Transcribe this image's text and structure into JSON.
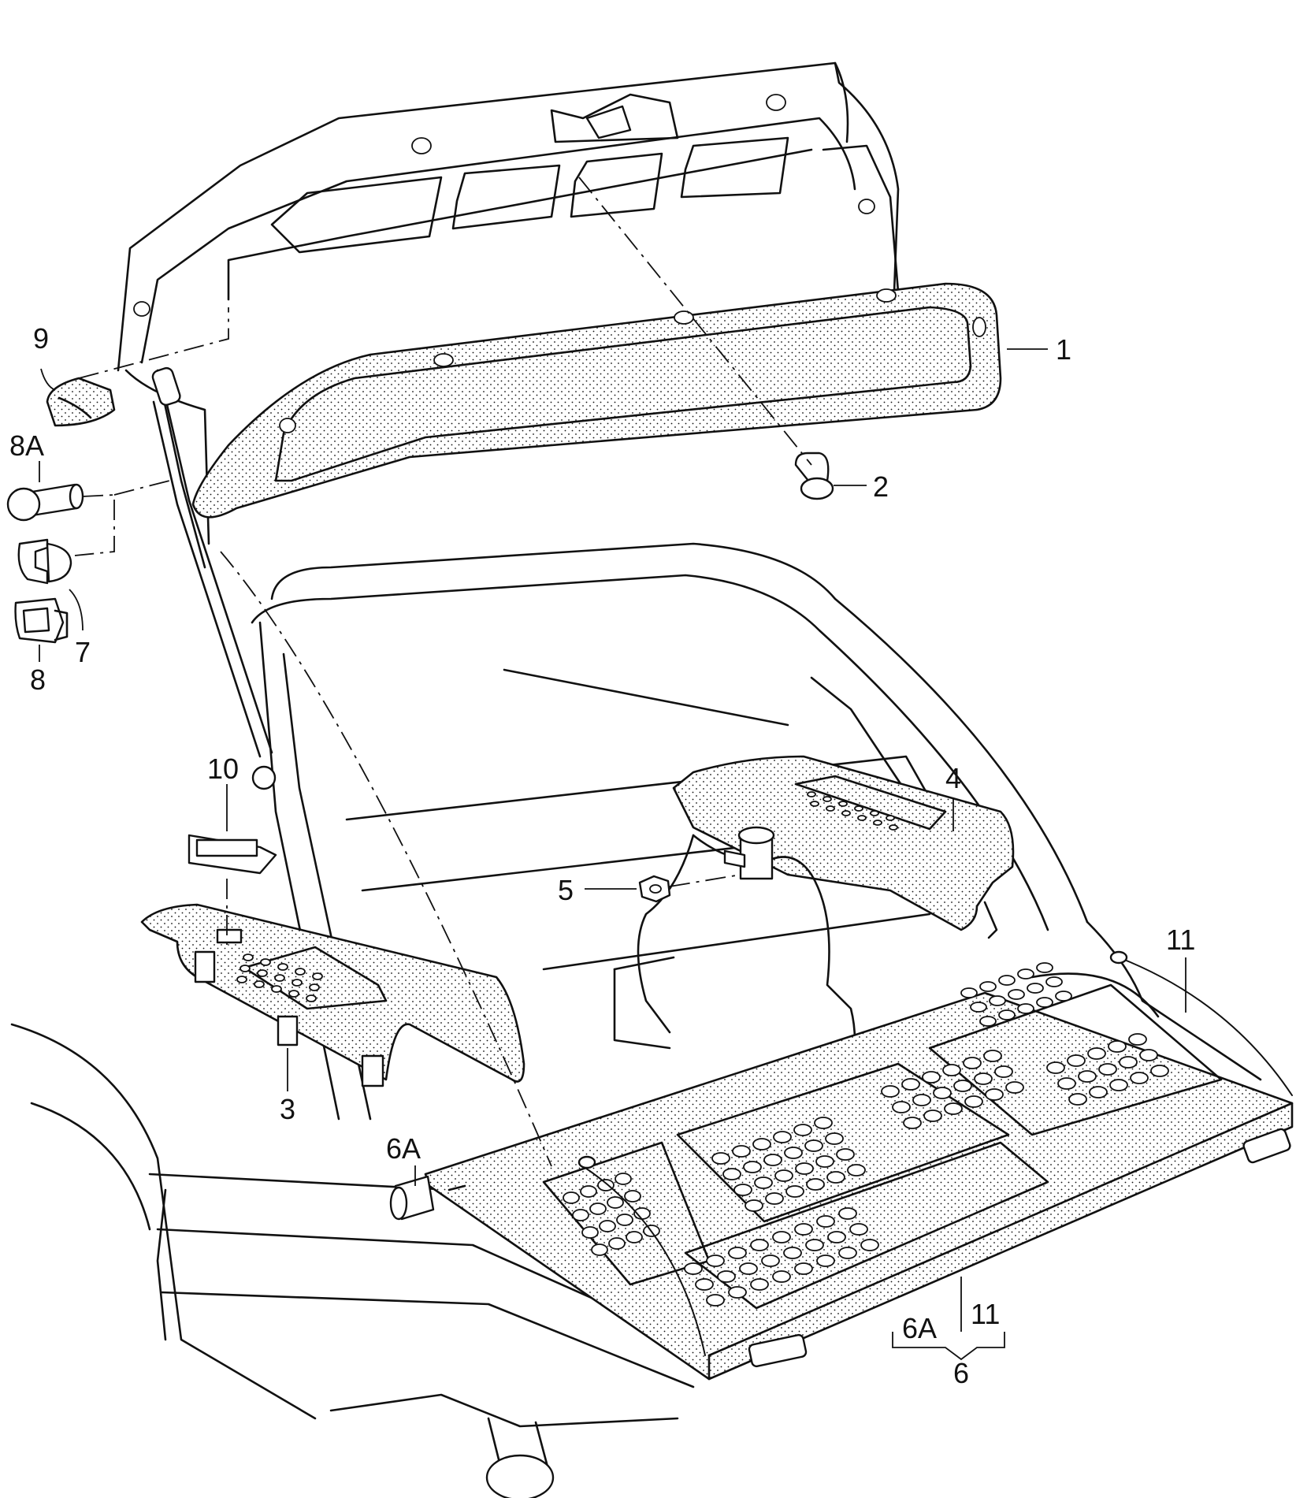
{
  "labels": {
    "l1": "1",
    "l2": "2",
    "l3": "3",
    "l4": "4",
    "l5": "5",
    "l6": "6",
    "l6a_top": "6A",
    "l6a_bottom": "6A",
    "l7": "7",
    "l8": "8",
    "l8a": "8A",
    "l9": "9",
    "l10": "10",
    "l11_top": "11",
    "l11_bottom": "11"
  },
  "colors": {
    "line": "#111111",
    "background": "#ffffff"
  }
}
